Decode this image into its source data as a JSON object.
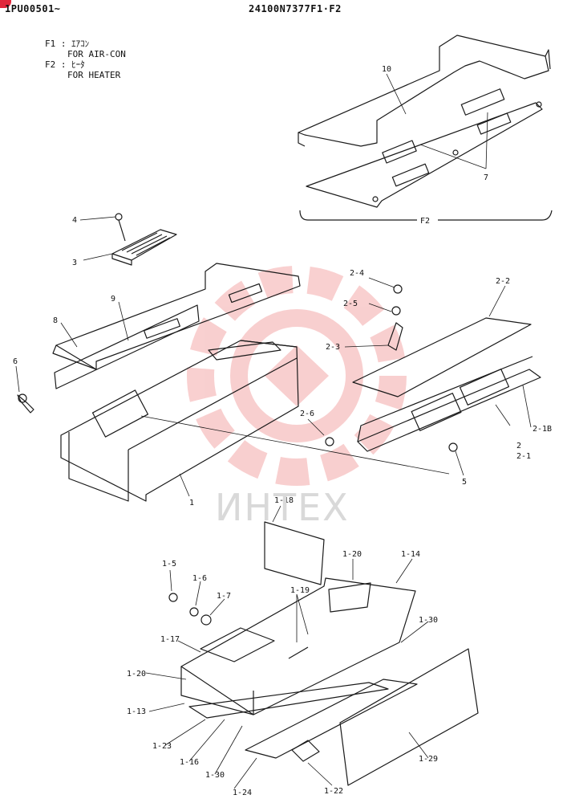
{
  "header": {
    "serial_range": "1PU00501~",
    "model_code": "24100N7377F1·F2"
  },
  "legend": [
    {
      "code": "F1 :",
      "jp": "ｴｱｺﾝ",
      "en": "FOR AIR-CON"
    },
    {
      "code": "F2 :",
      "jp": "ﾋｰﾀ",
      "en": "FOR HEATER"
    }
  ],
  "group_label": "F2",
  "watermark": "ИНТЕХ",
  "callouts": [
    {
      "id": "10"
    },
    {
      "id": "7"
    },
    {
      "id": "4"
    },
    {
      "id": "3"
    },
    {
      "id": "9"
    },
    {
      "id": "8"
    },
    {
      "id": "6"
    },
    {
      "id": "1"
    },
    {
      "id": "2-4"
    },
    {
      "id": "2-5"
    },
    {
      "id": "2-3"
    },
    {
      "id": "2-2"
    },
    {
      "id": "2-6"
    },
    {
      "id": "2"
    },
    {
      "id": "2-1"
    },
    {
      "id": "2-1B"
    },
    {
      "id": "5"
    },
    {
      "id": "1-18"
    },
    {
      "id": "1-20"
    },
    {
      "id": "1-14"
    },
    {
      "id": "1-5"
    },
    {
      "id": "1-6"
    },
    {
      "id": "1-7"
    },
    {
      "id": "1-19"
    },
    {
      "id": "1-30"
    },
    {
      "id": "1-17"
    },
    {
      "id": "1-20"
    },
    {
      "id": "1-13"
    },
    {
      "id": "1-23"
    },
    {
      "id": "1-16"
    },
    {
      "id": "1-30"
    },
    {
      "id": "1-24"
    },
    {
      "id": "1-22"
    },
    {
      "id": "1-29"
    }
  ],
  "colors": {
    "line": "#1a1a1a",
    "watermark": "#f4a9a9",
    "badge": "#e0263a"
  }
}
